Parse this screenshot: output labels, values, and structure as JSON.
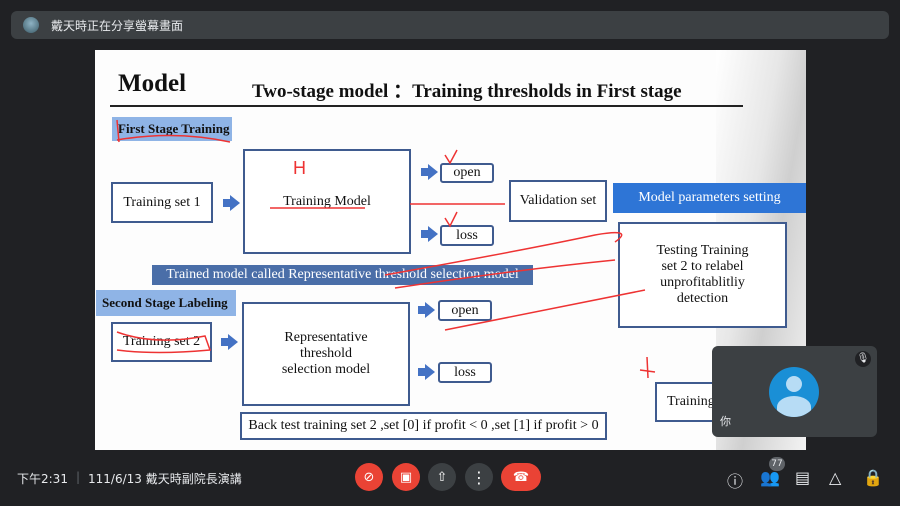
{
  "share_banner": "戴天時正在分享螢幕畫面",
  "slide": {
    "title": "Model",
    "subtitle": "Two-stage model ：Training thresholds in First stage",
    "first_stage": "First Stage Training",
    "training_set_1": "Training set 1",
    "training_model": "Training Model",
    "open": "open",
    "loss": "loss",
    "validation_set": "Validation set",
    "model_params": "Model parameters setting",
    "trained_banner": "Trained model called Representative threshold selection model",
    "second_stage": "Second Stage Labeling",
    "training_set_2": "Training set 2",
    "rep_model": "Representative threshold selection model",
    "testing": "Testing Training set 2 to relabel unprofitablitliy detection",
    "training_partial": "Training",
    "back_test": "Back test training set 2 ,set [0] if profit < 0 ,set [1] if profit > 0",
    "annotation_h": "H"
  },
  "self_tile": {
    "name": "你"
  },
  "bottom": {
    "time": "下午2:31",
    "meeting": "111/6/13 戴天時副院長演講",
    "participants": "77"
  },
  "colors": {
    "red": "#ea4335",
    "blue": "#1a73e8"
  }
}
